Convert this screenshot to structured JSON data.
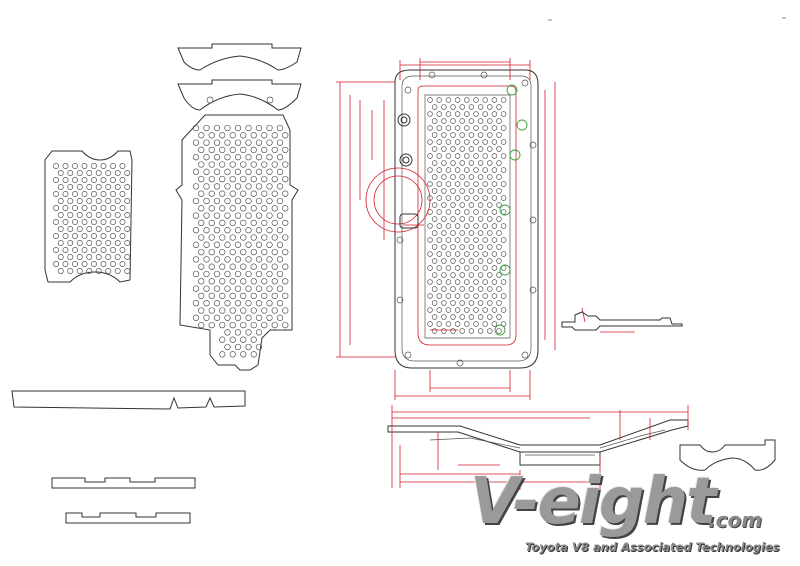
{
  "watermark": {
    "brand": "V-eight",
    "domain_suffix": ".com",
    "tagline": "Toyota V8 and Associated Technologies"
  },
  "colors": {
    "ink": "#333333",
    "dimension_lines": "#d21e2a",
    "highlight": "#39a03a",
    "logo": "#9a9a9a"
  }
}
